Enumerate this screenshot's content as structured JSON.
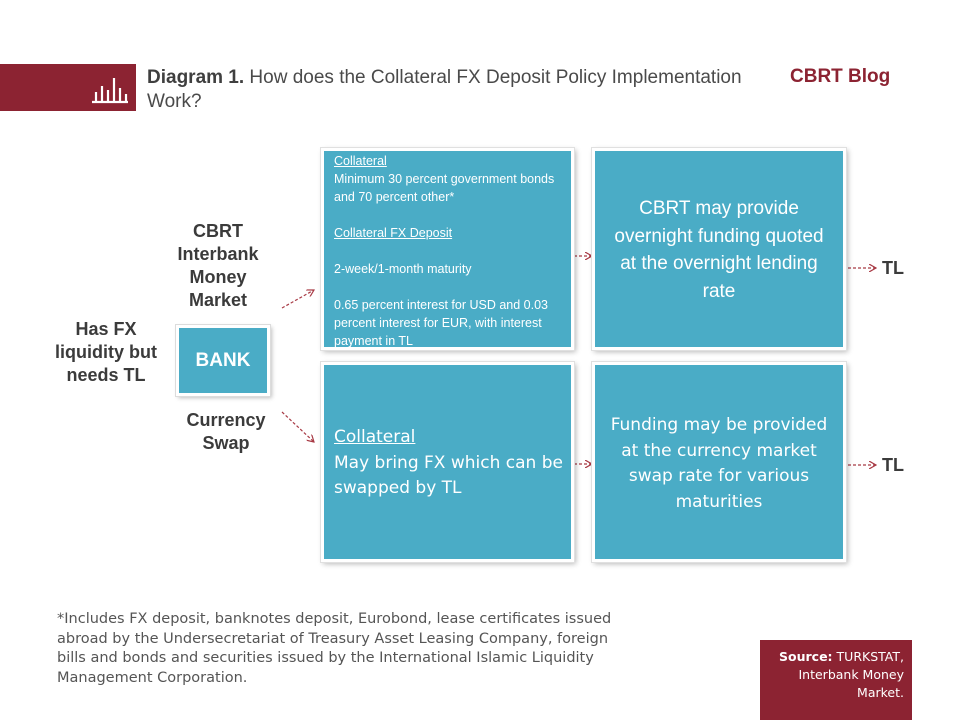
{
  "header": {
    "title_bold": "Diagram 1.",
    "title_rest": " How does the Collateral FX Deposit Policy Implementation Work?",
    "blog_label": "CBRT Blog",
    "icon": "bar-chart-icon"
  },
  "labels": {
    "has_fx": "Has FX liquidity but needs TL",
    "interbank": "CBRT Interbank Money Market",
    "currency_swap": "Currency Swap",
    "tl_top": "TL",
    "tl_bottom": "TL"
  },
  "bank": {
    "label": "BANK"
  },
  "panel_collateral_fx": {
    "collateral_heading": "Collateral",
    "collateral_text": "Minimum 30 percent government bonds and 70 percent other*",
    "deposit_heading": "Collateral FX Deposit",
    "maturity": "2-week/1-month maturity",
    "interest": "0.65 percent interest for USD and 0.03 percent interest for EUR, with interest payment in TL"
  },
  "panel_overnight": {
    "text": "CBRT may provide overnight funding quoted at the overnight lending rate"
  },
  "panel_swap_collateral": {
    "heading": "Collateral",
    "text": "May bring FX which can be swapped by TL"
  },
  "panel_swap_funding": {
    "text": "Funding may be provided at the currency market swap rate for various maturities"
  },
  "footnote": "*Includes FX deposit, banknotes deposit, Eurobond, lease certificates issued abroad by the Undersecretariat of Treasury Asset Leasing Company, foreign bills and bonds and securities issued by the International Islamic Liquidity Management Corporation.",
  "source": {
    "label": "Source:",
    "text": " TURKSTAT, Interbank Money Market."
  },
  "colors": {
    "brand_red": "#8c2332",
    "panel_blue": "#4aacc6",
    "arrow_red": "#a83a45"
  }
}
